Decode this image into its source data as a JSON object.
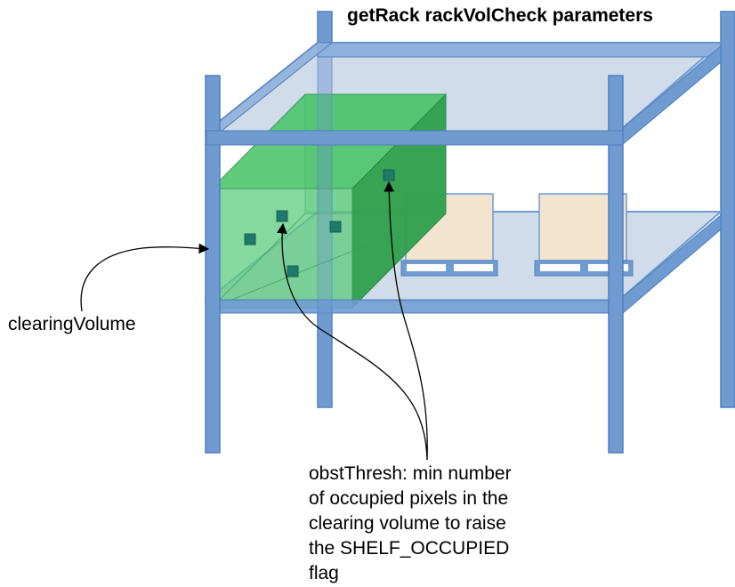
{
  "title": "getRack rackVolCheck parameters",
  "labels": {
    "clearing_volume": "clearingVolume",
    "obst_thresh_lines": [
      "obstThresh: min number",
      "of occupied pixels in the",
      "clearing volume to raise",
      "the SHELF_OCCUPIED",
      "flag"
    ]
  },
  "colors": {
    "rack_frame": "#6f9bd1",
    "rack_frame_stroke": "#4f7fbf",
    "shelf_fill": "#c9d6e6",
    "clearing_volume": "#3cb054",
    "occupied_pixel": "#1e7a6a",
    "box": "#f3e4cf",
    "arrow": "#000000"
  }
}
